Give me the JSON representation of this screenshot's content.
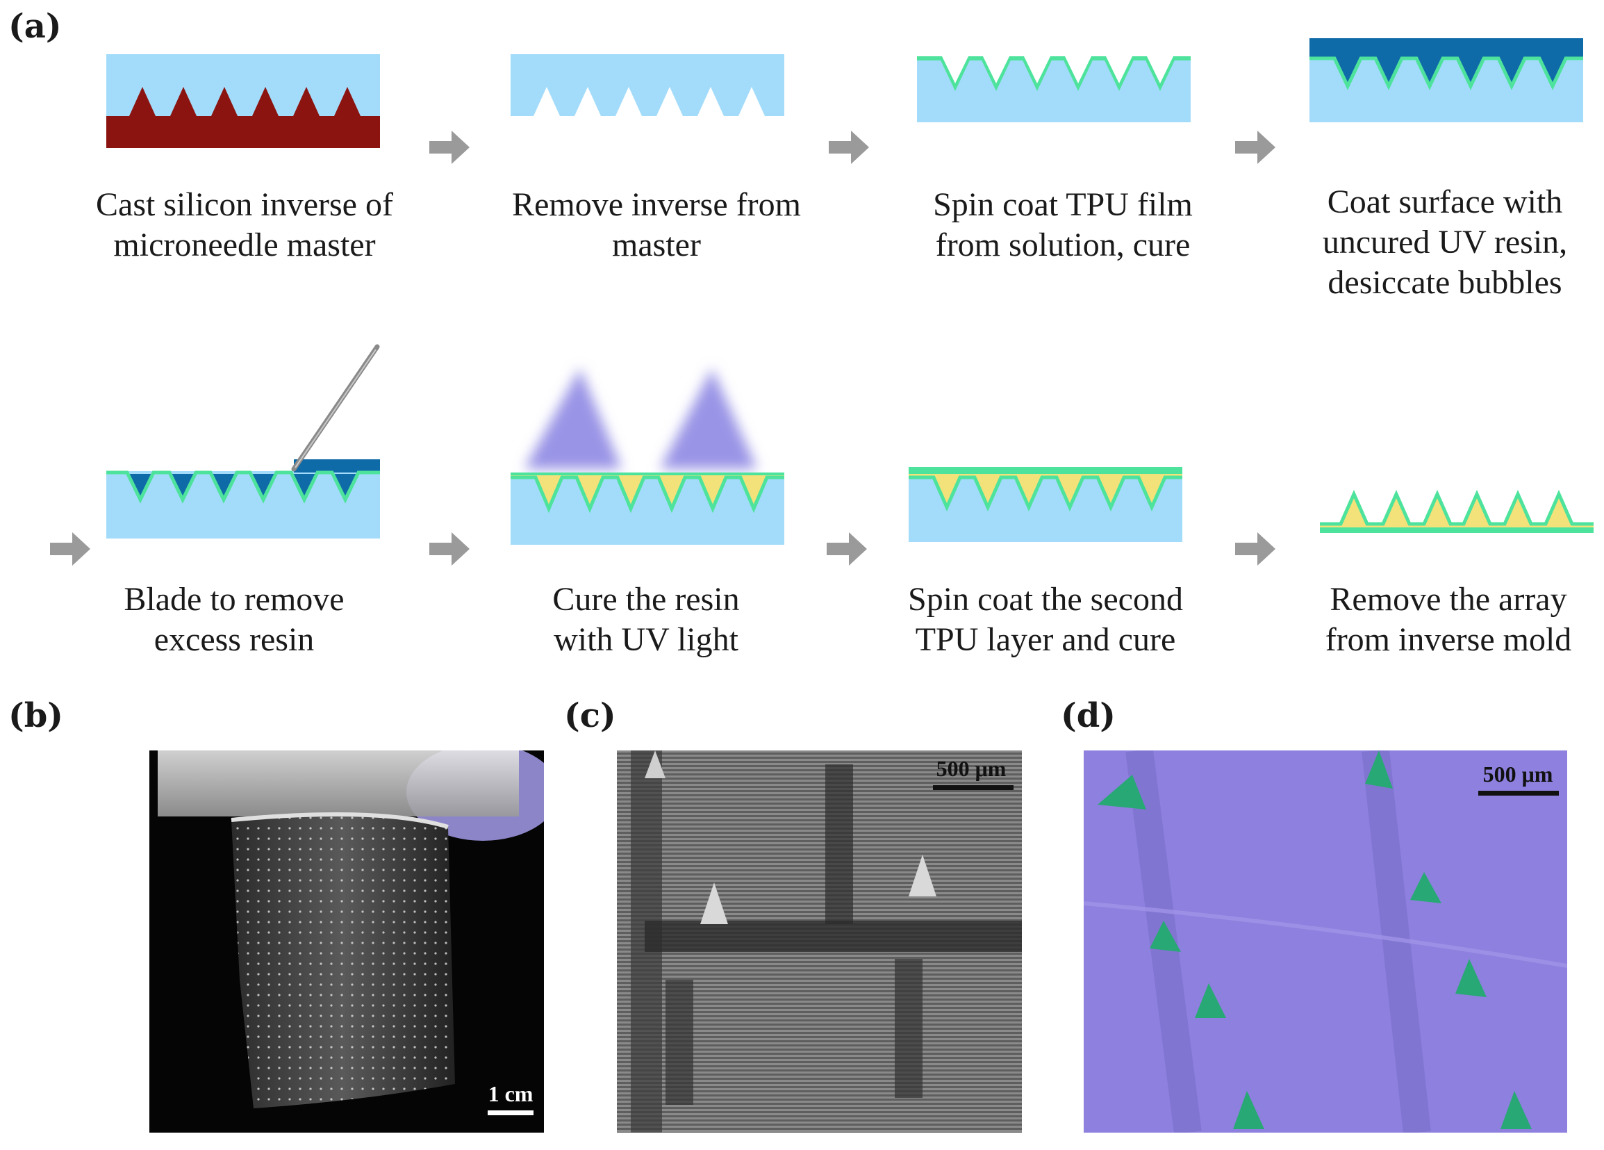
{
  "figure": {
    "panel_labels": {
      "a": "(a)",
      "b": "(b)",
      "c": "(c)",
      "d": "(d)"
    },
    "colors": {
      "silicon_blue": "#a3dcfa",
      "master_red": "#8b1410",
      "tpu_green": "#4ee39c",
      "resin_dark": "#0f6aa8",
      "uv_purple": "#9a94e6",
      "cured_yellow": "#f3e27a",
      "sem_purple": "#8d80de",
      "needle_green": "#27a874"
    },
    "steps": [
      {
        "line1": "Cast silicon inverse of",
        "line2": "microneedle master"
      },
      {
        "line1": "Remove inverse from",
        "line2": "master"
      },
      {
        "line1": "Spin coat TPU film",
        "line2": "from solution, cure"
      },
      {
        "line1": "Coat surface with",
        "line2": "uncured UV resin,",
        "line3": "desiccate bubbles"
      },
      {
        "line1": "Blade to remove",
        "line2": "excess resin"
      },
      {
        "line1": "Cure the resin",
        "line2": "with UV light"
      },
      {
        "line1": "Spin coat the second",
        "line2": "TPU layer and cure"
      },
      {
        "line1": "Remove the array",
        "line2": "from inverse mold"
      }
    ],
    "scale_bars": {
      "b": "1 cm",
      "c": "500 μm",
      "d": "500 μm"
    }
  }
}
